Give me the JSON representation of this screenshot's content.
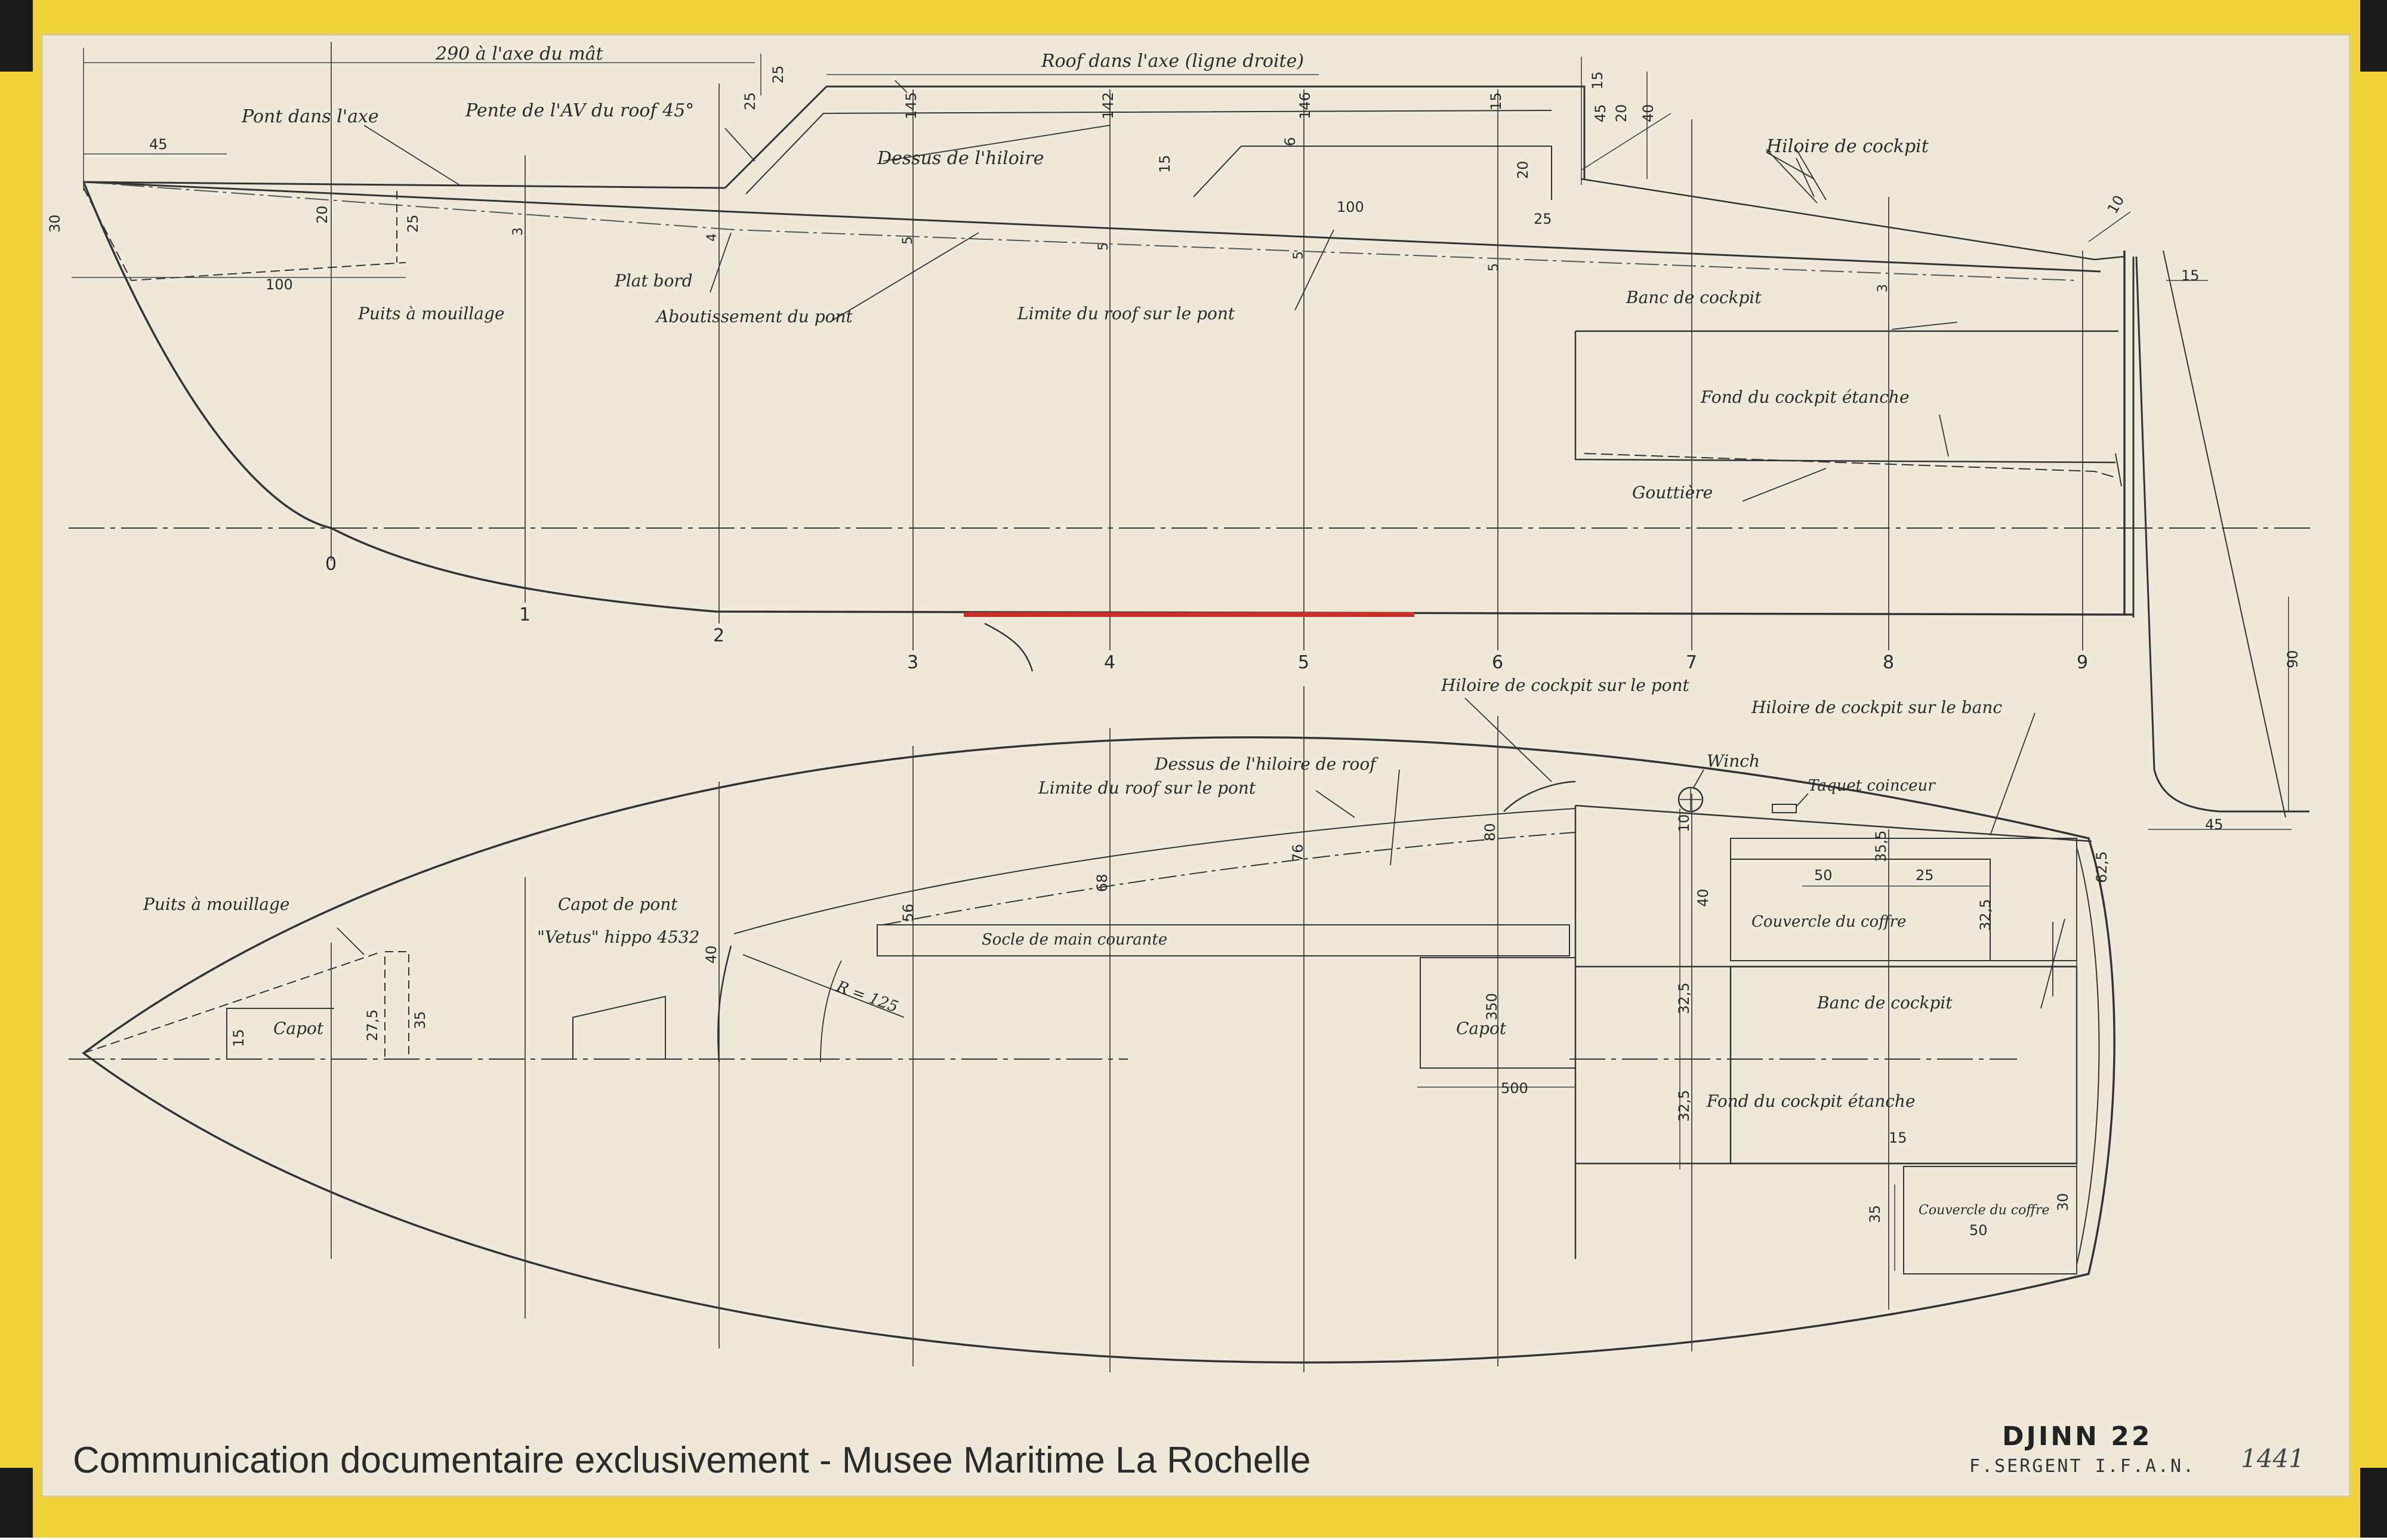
{
  "footer": {
    "credit": "Communication documentaire exclusivement - Musee Maritime La Rochelle"
  },
  "title_block": {
    "boat_name": "DJINN 22",
    "designer": "F.SERGENT I.F.A.N.",
    "reference": "1441"
  },
  "profile": {
    "dim_mast": "290  à l'axe du mât",
    "label_pont": "Pont dans l'axe",
    "label_pente": "Pente de l'AV du roof 45°",
    "label_roof_axe": "Roof dans l'axe (ligne droite)",
    "label_dessus": "Dessus de    l'hiloire",
    "label_hiloire_cockpit": "Hiloire de cockpit",
    "label_puits": "Puits à mouillage",
    "label_plat_bord": "Plat bord",
    "label_aboutissement": "Aboutissement du pont",
    "label_limite": "Limite du roof sur le pont",
    "label_banc": "Banc de cockpit",
    "label_fond": "Fond du cockpit étanche",
    "label_gouttiere": "Gouttière",
    "dims": [
      "45",
      "30",
      "100",
      "25",
      "20",
      "25",
      "25",
      "145",
      "142",
      "6",
      "146",
      "15",
      "15",
      "100",
      "20",
      "25",
      "15",
      "20",
      "40",
      "45",
      "10",
      "15",
      "90",
      "3",
      "4",
      "5",
      "5",
      "5",
      "5",
      "3"
    ],
    "stations": [
      "0",
      "1",
      "2",
      "3",
      "4",
      "5",
      "6",
      "7",
      "8",
      "9"
    ]
  },
  "plan": {
    "label_hiloire_pont": "Hiloire de cockpit sur le pont",
    "label_hiloire_banc": "Hiloire de cockpit sur le banc",
    "label_dessus_hiloire_roof": "Dessus de l'hiloire de roof",
    "label_limite_roof": "Limite du roof sur le pont",
    "label_winch": "Winch",
    "label_taquet": "Taquet coinceur",
    "label_puits": "Puits à mouillage",
    "label_capot_pont": "Capot de pont",
    "label_vetus": "\"Vetus\" hippo 4532",
    "label_socle": "Socle de main courante",
    "label_capot_left": "Capot",
    "label_capot_mid": "Capot",
    "label_couvercle1": "Couvercle du coffre",
    "label_couvercle2": "Couvercle du coffre",
    "label_banc": "Banc de cockpit",
    "label_fond": "Fond du cockpit étanche",
    "label_radius": "R = 125",
    "dims": [
      "15",
      "27,5",
      "35",
      "40",
      "56",
      "68",
      "76",
      "80",
      "350",
      "500",
      "10",
      "35,5",
      "50",
      "25",
      "40",
      "32,5",
      "32,5",
      "32,5",
      "15",
      "35",
      "50",
      "30",
      "62,5",
      "45"
    ]
  }
}
